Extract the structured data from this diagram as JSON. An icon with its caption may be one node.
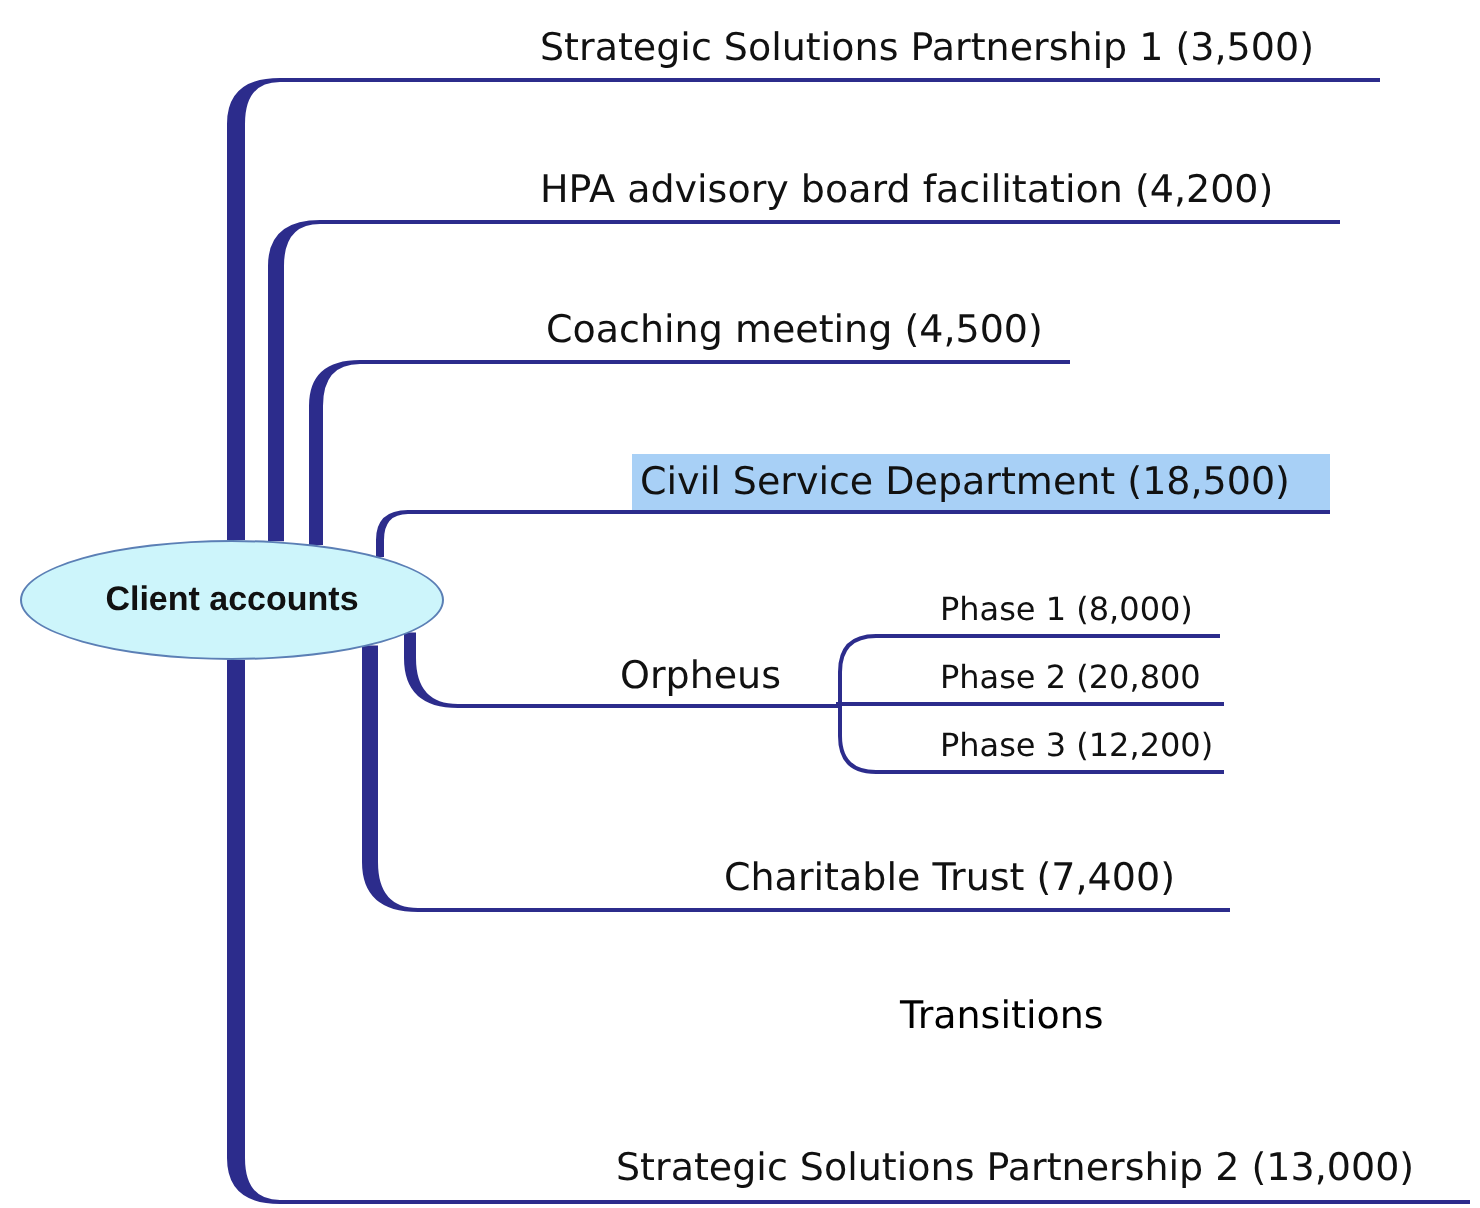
{
  "diagram": {
    "nodes": [
      {
        "text": [
          "Client accounts"
        ]
      },
      {
        "text": [
          "Strategic Solutions Partnership 1 (3,500)"
        ]
      },
      {
        "text": [
          "HPA advisory board facilitation (4,200)"
        ]
      },
      {
        "text": [
          "Coaching meeting (4,500)"
        ]
      },
      {
        "text": [
          "Civil Service Department (18,500)"
        ]
      },
      {
        "text": [
          "Orpheus"
        ]
      },
      {
        "text": [
          "Phase 1 (8,000)"
        ]
      },
      {
        "text": [
          "Phase 2 (20,800"
        ]
      },
      {
        "text": [
          "Phase 3 (12,200)"
        ]
      },
      {
        "text": [
          "Charitable Trust (7,400)"
        ]
      },
      {
        "text": [
          "Strategic Solutions Partnership 2 (13,000)"
        ]
      }
    ],
    "edges": [
      {
        "from": 0,
        "to": 1,
        "arrow": "none"
      },
      {
        "from": 0,
        "to": 2,
        "arrow": "none"
      },
      {
        "from": 0,
        "to": 3,
        "arrow": "none"
      },
      {
        "from": 0,
        "to": 4,
        "arrow": "none"
      },
      {
        "from": 0,
        "to": 5,
        "arrow": "none"
      },
      {
        "from": 5,
        "to": 6,
        "arrow": "none"
      },
      {
        "from": 5,
        "to": 7,
        "arrow": "none"
      },
      {
        "from": 5,
        "to": 8,
        "arrow": "none"
      },
      {
        "from": 0,
        "to": 9,
        "arrow": "none"
      },
      {
        "from": 0,
        "to": 10,
        "arrow": "none"
      }
    ],
    "labels": [
      "Transitions"
    ]
  }
}
